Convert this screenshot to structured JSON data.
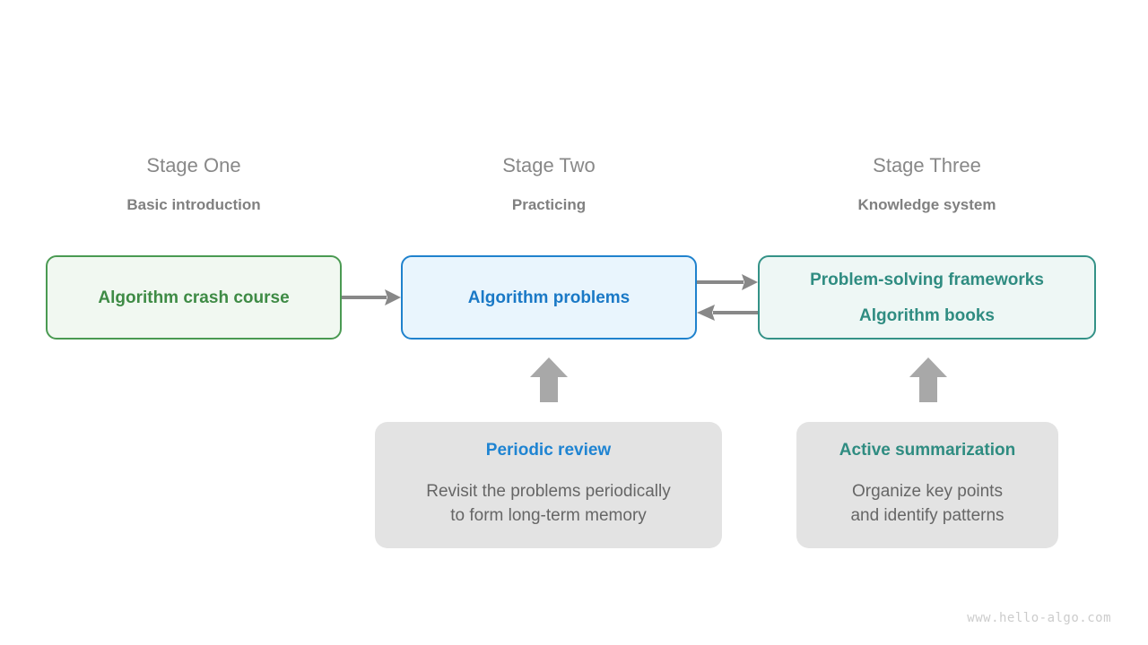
{
  "diagram": {
    "stages": [
      {
        "title": "Stage One",
        "subtitle": "Basic introduction"
      },
      {
        "title": "Stage Two",
        "subtitle": "Practicing"
      },
      {
        "title": "Stage Three",
        "subtitle": "Knowledge system"
      }
    ],
    "nodes": [
      {
        "id": "crash",
        "line1": "Algorithm crash course",
        "border_color": "#4a9a52",
        "fill_color": "#f1f8f1",
        "text_color": "#3e8b45"
      },
      {
        "id": "problems",
        "line1": "Algorithm problems",
        "border_color": "#1f82cd",
        "fill_color": "#e9f5fd",
        "text_color": "#1a79c6"
      },
      {
        "id": "frameworks",
        "line1": "Problem-solving frameworks",
        "line2": "Algorithm books",
        "border_color": "#349287",
        "fill_color": "#eef7f5",
        "text_color": "#2f8c81"
      }
    ],
    "callouts": [
      {
        "id": "review",
        "title": "Periodic review",
        "body_line1": "Revisit the problems periodically",
        "body_line2": "to form long-term memory",
        "title_color": "#1f84d2",
        "fill_color": "#e3e3e3"
      },
      {
        "id": "summary",
        "title": "Active summarization",
        "body_line1": "Organize key points",
        "body_line2": "and identify patterns",
        "title_color": "#2f8c81",
        "fill_color": "#e3e3e3"
      }
    ],
    "connectors": [
      {
        "name": "crash-to-problems",
        "direction": "right",
        "color": "#888888"
      },
      {
        "name": "problems-to-frameworks",
        "direction": "right",
        "color": "#888888"
      },
      {
        "name": "frameworks-to-problems",
        "direction": "left",
        "color": "#888888"
      },
      {
        "name": "review-to-problems",
        "direction": "up",
        "color": "#a8a8a8"
      },
      {
        "name": "summary-to-frameworks",
        "direction": "up",
        "color": "#a8a8a8"
      }
    ],
    "watermark": "www.hello-algo.com"
  }
}
